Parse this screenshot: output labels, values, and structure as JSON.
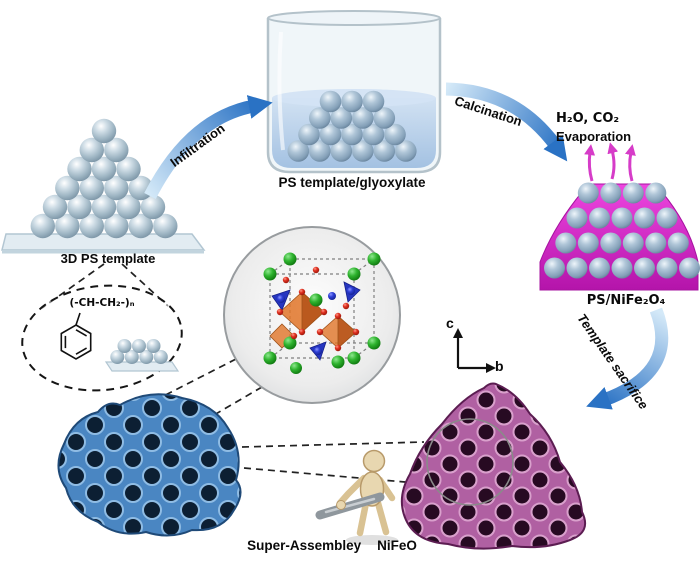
{
  "labels": {
    "ps_template_glyoxylate": "PS template/glyoxylate",
    "three_d_ps_template": "3D PS template",
    "h2o_co2": "H₂O, CO₂",
    "evaporation": "Evaporation",
    "ps_nife2o4": "PS/NiFe₂O₄",
    "super_assembly": "Super-Assembley",
    "nifeo": "NiFeO",
    "polymer_formula": "(-CH-CH₂-)ₙ",
    "axis_c": "c",
    "axis_b": "b"
  },
  "steps": {
    "infiltration": "Infiltration",
    "calcination": "Calcination",
    "template_sacrifice": "Template sacrifice"
  },
  "colors": {
    "arrow_blue_dark": "#2a72c4",
    "arrow_blue_light": "#d4e9f8",
    "ps_sphere_gray_blue": "#9fb6c4",
    "nife2o4_magenta": "#d32cc4",
    "inverse_opal_blue": "#4a86c2",
    "inverse_opal_purple": "#b060a2",
    "atom_green": "#1d9a1d",
    "atom_red": "#dd2211",
    "atom_blue": "#2636c0",
    "octahedra_orange": "#e07428",
    "liquid_blue": "#aec9e8"
  }
}
